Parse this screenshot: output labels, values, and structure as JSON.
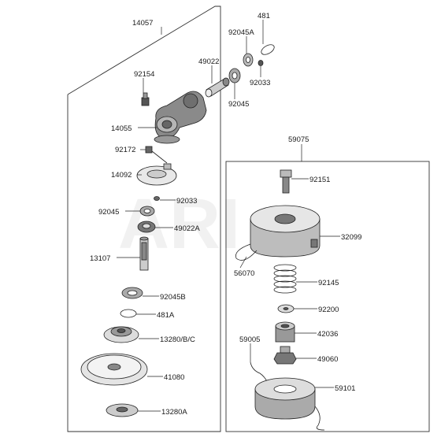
{
  "watermark": "ARI",
  "labels": {
    "p14057": "14057",
    "p481_top": "481",
    "p92045A": "92045A",
    "p49022": "49022",
    "p92154": "92154",
    "p92033_top": "92033",
    "p92045_top": "92045",
    "p14055": "14055",
    "p92172": "92172",
    "p14092": "14092",
    "p92033_mid": "92033",
    "p92045_mid": "92045",
    "p49022A": "49022A",
    "p13107": "13107",
    "p92045B": "92045B",
    "p481A": "481A",
    "p13280BC": "13280/B/C",
    "p41080": "41080",
    "p13280A": "13280A",
    "p59075": "59075",
    "p92151": "92151",
    "p32099": "32099",
    "p56070": "56070",
    "p92145": "92145",
    "p92200": "92200",
    "p59005": "59005",
    "p42036": "42036",
    "p49060": "49060",
    "p59101": "59101"
  }
}
